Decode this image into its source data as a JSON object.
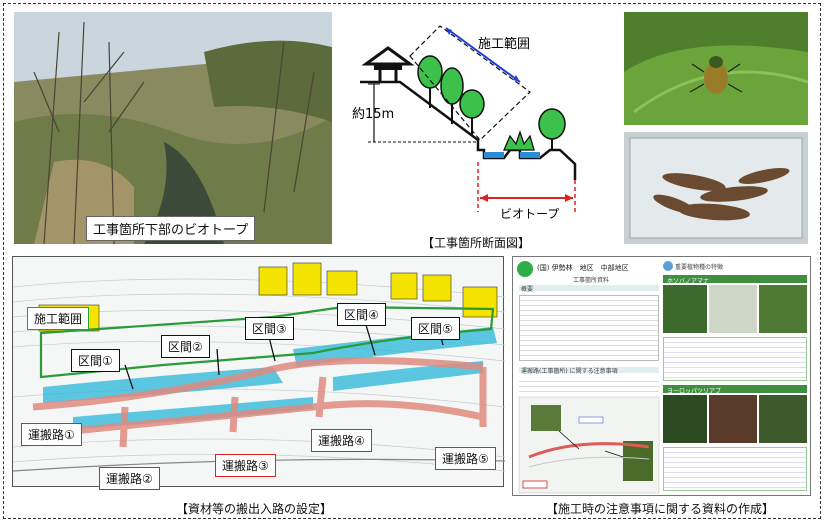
{
  "photo_top_left": {
    "caption": "工事箇所下部のビオトープ"
  },
  "section_diagram": {
    "construction_range_label": "施工範囲",
    "height_label": "約15m",
    "biotope_label": "ビオトープ",
    "caption": "【工事箇所断面図】"
  },
  "map": {
    "construction_range_label": "施工範囲",
    "zones": [
      "区間①",
      "区間②",
      "区間③",
      "区間④",
      "区間⑤"
    ],
    "routes": [
      "運搬路①",
      "運搬路②",
      "運搬路③",
      "運搬路④",
      "運搬路⑤"
    ],
    "caption": "【資材等の搬出入路の設定】"
  },
  "document_thumb": {
    "header": "(国) 伊勢林　地区　中部地区",
    "sub_header": "工事箇所資料",
    "section_1": "概要",
    "section_2": "運搬路(工事箇所) に関する注意事項",
    "right_title": "重要植物種の特徴",
    "plant_1": "ホソバノアマナ",
    "plant_2": "ヨーロッパツリアブ",
    "caption": "【施工時の注意事項に関する資料の作成】"
  },
  "colors": {
    "green_range": "#2a9a3a",
    "route_red": "#d22222",
    "arrow_blue": "#1f3fd8",
    "water_cyan": "#29b6d8",
    "building_yellow": "#f5e400"
  }
}
